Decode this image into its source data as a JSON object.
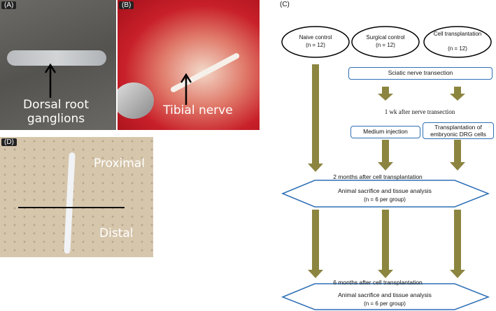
{
  "panels": {
    "a": {
      "label": "(A)",
      "text": "Dorsal root ganglions"
    },
    "b": {
      "label": "(B)",
      "text": "Tibial nerve"
    },
    "c": {
      "label": "(C)"
    },
    "d": {
      "label": "(D)",
      "proximal": "Proximal",
      "distal": "Distal"
    }
  },
  "flowchart": {
    "groups": [
      {
        "name": "Naive control",
        "n": "(n = 12)"
      },
      {
        "name": "Surgical control",
        "n": "(n = 12)"
      },
      {
        "name": "Cell transplantation",
        "n": "(n = 12)"
      }
    ],
    "sciatic": "Sciatic nerve transection",
    "one_week": "1 wk after nerve transection",
    "medium": "Medium injection",
    "transplant": "Transplantation of embryonic DRG cells",
    "two_months": "2 months after cell transplantation",
    "analysis1_a": "Animal sacrifice and tissue analysis",
    "analysis1_b": "(n = 6 per group)",
    "six_months": "6 months after cell transplantation",
    "analysis2_a": "Animal sacrifice and tissue analysis",
    "analysis2_b": "(n = 6 per group)"
  },
  "colors": {
    "arrow": "#8c8540",
    "box_border": "#2e6fb5"
  }
}
